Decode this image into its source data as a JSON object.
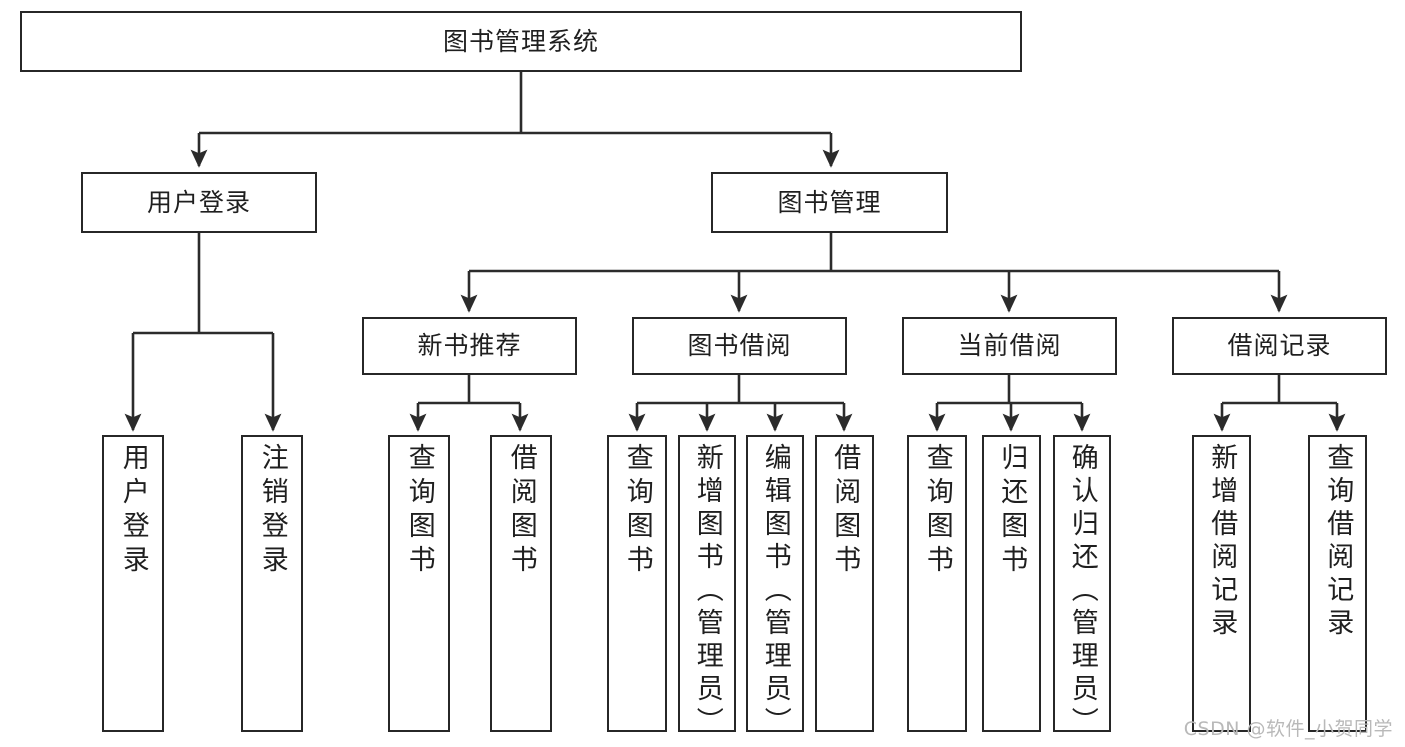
{
  "diagram": {
    "type": "tree-hierarchy",
    "title": "图书管理系统",
    "orientation": "top-down",
    "levels": 4,
    "nodes": {
      "root": {
        "label": "图书管理系统"
      },
      "level2": [
        {
          "id": "user-login",
          "label": "用户登录"
        },
        {
          "id": "book-management",
          "label": "图书管理"
        }
      ],
      "level3": [
        {
          "id": "new-book-recommend",
          "label": "新书推荐"
        },
        {
          "id": "book-borrow",
          "label": "图书借阅"
        },
        {
          "id": "current-borrow",
          "label": "当前借阅"
        },
        {
          "id": "borrow-record",
          "label": "借阅记录"
        }
      ],
      "leaves": {
        "user_login": [
          {
            "id": "leaf-user-login",
            "label": "用户登录"
          },
          {
            "id": "leaf-logout-login",
            "label": "注销登录"
          }
        ],
        "new_book_recommend": [
          {
            "id": "leaf-query-book-1",
            "label": "查询图书"
          },
          {
            "id": "leaf-borrow-book-1",
            "label": "借阅图书"
          }
        ],
        "book_borrow": [
          {
            "id": "leaf-query-book-2",
            "label": "查询图书"
          },
          {
            "id": "leaf-add-book",
            "label": "新增图书（管理员）"
          },
          {
            "id": "leaf-edit-book",
            "label": "编辑图书（管理员）"
          },
          {
            "id": "leaf-borrow-book-2",
            "label": "借阅图书"
          }
        ],
        "current_borrow": [
          {
            "id": "leaf-query-book-3",
            "label": "查询图书"
          },
          {
            "id": "leaf-return-book",
            "label": "归还图书"
          },
          {
            "id": "leaf-confirm-return",
            "label": "确认归还（管理员）"
          }
        ],
        "borrow_record": [
          {
            "id": "leaf-add-borrow-record",
            "label": "新增借阅记录"
          },
          {
            "id": "leaf-query-borrow-record",
            "label": "查询借阅记录"
          }
        ]
      }
    },
    "colors": {
      "box_border": "#272727",
      "box_fill": "#ffffff",
      "connector": "#2b2b2b",
      "text": "#1f1f1f",
      "watermark": "#b9b9b9",
      "background": "#ffffff"
    }
  },
  "watermark": {
    "text": "CSDN @软件_小贺同学"
  }
}
